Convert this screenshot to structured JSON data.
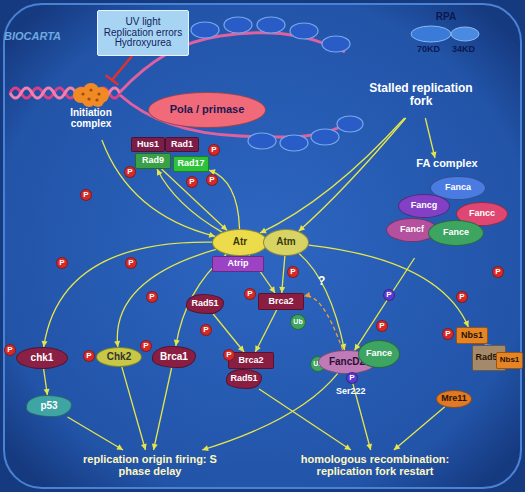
{
  "diagram": {
    "nodes": [
      {
        "text": [
          "UV light Replication errors Hydroxyurea"
        ]
      },
      {
        "text": [
          "RPA",
          "70KD",
          "34KD"
        ]
      },
      {
        "text": [
          "Pola / primase"
        ]
      },
      {
        "text": [
          "Initiation complex"
        ]
      },
      {
        "text": [
          "Stalled replication fork"
        ]
      },
      {
        "text": [
          "Hus1"
        ]
      },
      {
        "text": [
          "Rad1"
        ]
      },
      {
        "text": [
          "Rad9"
        ]
      },
      {
        "text": [
          "Rad17"
        ]
      },
      {
        "text": [
          "FA complex"
        ]
      },
      {
        "text": [
          "Fanca"
        ],
        "in": 9
      },
      {
        "text": [
          "Fancg"
        ],
        "in": 9
      },
      {
        "text": [
          "Fancc"
        ],
        "in": 9
      },
      {
        "text": [
          "Fancf"
        ],
        "in": 9
      },
      {
        "text": [
          "Fance"
        ],
        "in": 9
      },
      {
        "text": [
          "Atr"
        ]
      },
      {
        "text": [
          "Atm"
        ]
      },
      {
        "text": [
          "Atrip"
        ]
      },
      {
        "text": [
          "Rad51"
        ]
      },
      {
        "text": [
          "Brca2"
        ]
      },
      {
        "text": [
          "Ub"
        ]
      },
      {
        "text": [
          "chk1"
        ]
      },
      {
        "text": [
          "Chk2"
        ]
      },
      {
        "text": [
          "Brca1"
        ]
      },
      {
        "text": [
          "Brca2"
        ]
      },
      {
        "text": [
          "Rad51"
        ]
      },
      {
        "text": [
          "Ub"
        ]
      },
      {
        "text": [
          "FancD2"
        ]
      },
      {
        "text": [
          "Fance"
        ]
      },
      {
        "text": [
          "Nbs1"
        ]
      },
      {
        "text": [
          "Rad50"
        ]
      },
      {
        "text": [
          "Nbs1"
        ]
      },
      {
        "text": [
          "Mre11"
        ]
      },
      {
        "text": [
          "p53"
        ]
      },
      {
        "text": [
          "replication origin firing: S phase delay"
        ]
      },
      {
        "text": [
          "homologous recombination: replication fork restart"
        ]
      },
      {
        "text": [
          "P"
        ]
      },
      {
        "text": [
          "P"
        ]
      },
      {
        "text": [
          "P"
        ]
      },
      {
        "text": [
          "P"
        ]
      },
      {
        "text": [
          "P"
        ]
      },
      {
        "text": [
          "P"
        ]
      },
      {
        "text": [
          "P"
        ]
      },
      {
        "text": [
          "P"
        ]
      },
      {
        "text": [
          "P"
        ]
      },
      {
        "text": [
          "P"
        ]
      },
      {
        "text": [
          "P"
        ]
      },
      {
        "text": [
          "P"
        ]
      },
      {
        "text": [
          "P"
        ]
      },
      {
        "text": [
          "P"
        ]
      },
      {
        "text": [
          "P"
        ]
      },
      {
        "text": [
          "P"
        ]
      },
      {
        "text": [
          "P"
        ]
      },
      {
        "text": [
          "P"
        ]
      },
      {
        "text": [
          "P"
        ]
      },
      {
        "text": [
          "P"
        ]
      },
      {
        "text": [
          "P"
        ]
      }
    ],
    "edges": [
      {
        "from": 3,
        "to": 15,
        "arrow": "to"
      },
      {
        "from": 7,
        "to": 15,
        "arrow": "to"
      },
      {
        "from": 15,
        "to": 8,
        "arrow": "to"
      },
      {
        "from": 15,
        "to": 7,
        "arrow": "to"
      },
      {
        "from": 4,
        "to": 15,
        "arrow": "to"
      },
      {
        "from": 4,
        "to": 16,
        "arrow": "to"
      },
      {
        "from": 4,
        "to": 9,
        "arrow": "to"
      },
      {
        "from": 15,
        "to": 21,
        "arrow": "to"
      },
      {
        "from": 15,
        "to": 22,
        "arrow": "to"
      },
      {
        "from": 15,
        "to": 23,
        "arrow": "to"
      },
      {
        "from": 15,
        "to": 19,
        "arrow": "to"
      },
      {
        "from": 16,
        "to": 19,
        "arrow": "to"
      },
      {
        "from": 16,
        "to": 27,
        "arrow": "to"
      },
      {
        "from": 16,
        "to": 29,
        "arrow": "to"
      },
      {
        "from": 9,
        "to": 27,
        "arrow": "to"
      },
      {
        "from": 27,
        "to": 19,
        "label": "?",
        "arrow": "to"
      },
      {
        "from": 21,
        "to": 33,
        "arrow": "to"
      },
      {
        "from": 33,
        "to": 34,
        "arrow": "to"
      },
      {
        "from": 22,
        "to": 34,
        "arrow": "to"
      },
      {
        "from": 23,
        "to": 34,
        "arrow": "to"
      },
      {
        "from": 27,
        "to": 34,
        "arrow": "to"
      },
      {
        "from": 25,
        "to": 35,
        "arrow": "to"
      },
      {
        "from": 27,
        "to": 35,
        "arrow": "to"
      },
      {
        "from": 32,
        "to": 35,
        "arrow": "to"
      },
      {
        "from": 31,
        "to": 29,
        "arrow": "to"
      },
      {
        "from": 18,
        "to": 24,
        "arrow": "to"
      },
      {
        "from": 19,
        "to": 24,
        "arrow": "to"
      }
    ],
    "labels": [
      "BIOCARTA",
      "Ser222"
    ]
  }
}
